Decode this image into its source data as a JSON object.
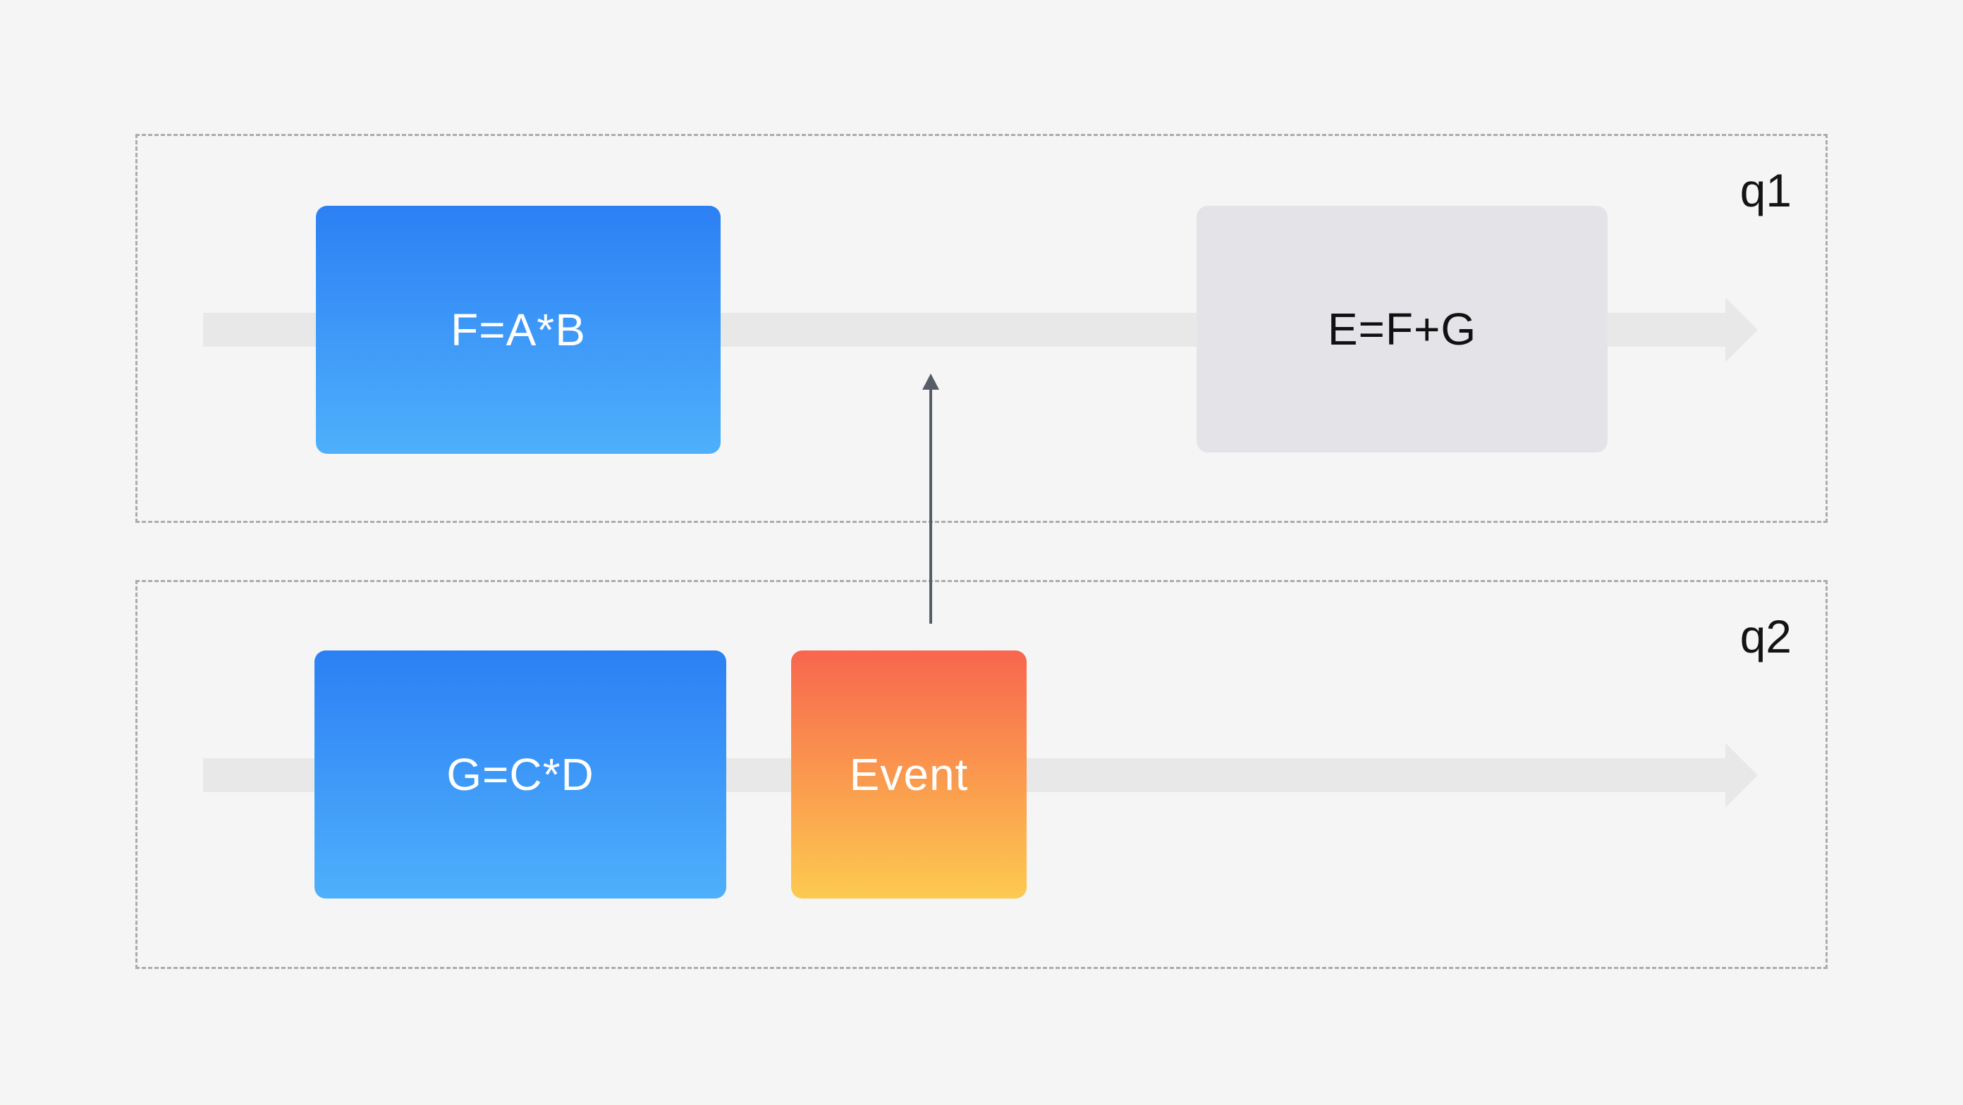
{
  "diagram": {
    "lanes": [
      {
        "label": "q1"
      },
      {
        "label": "q2"
      }
    ],
    "nodes": {
      "multiply_ab": {
        "label": "F=A*B"
      },
      "add_fg": {
        "label": "E=F+G"
      },
      "multiply_cd": {
        "label": "G=C*D"
      },
      "event": {
        "label": "Event"
      }
    },
    "colors": {
      "background": "#F6F5F6",
      "lane_border": "#ACACAC",
      "timeline_arrow": "#E9E8E9",
      "process_box_gradient_top": "#2C80F4",
      "process_box_gradient_bottom": "#4EB0FB",
      "event_box_gradient_top": "#F7664E",
      "event_box_gradient_bottom": "#FDCA4F",
      "inactive_box": "#E4E3E7",
      "signal_arrow": "#565D66",
      "lane_label_text": "#141414",
      "box_text_light": "#FFFFFF",
      "box_text_dark": "#111111"
    }
  }
}
